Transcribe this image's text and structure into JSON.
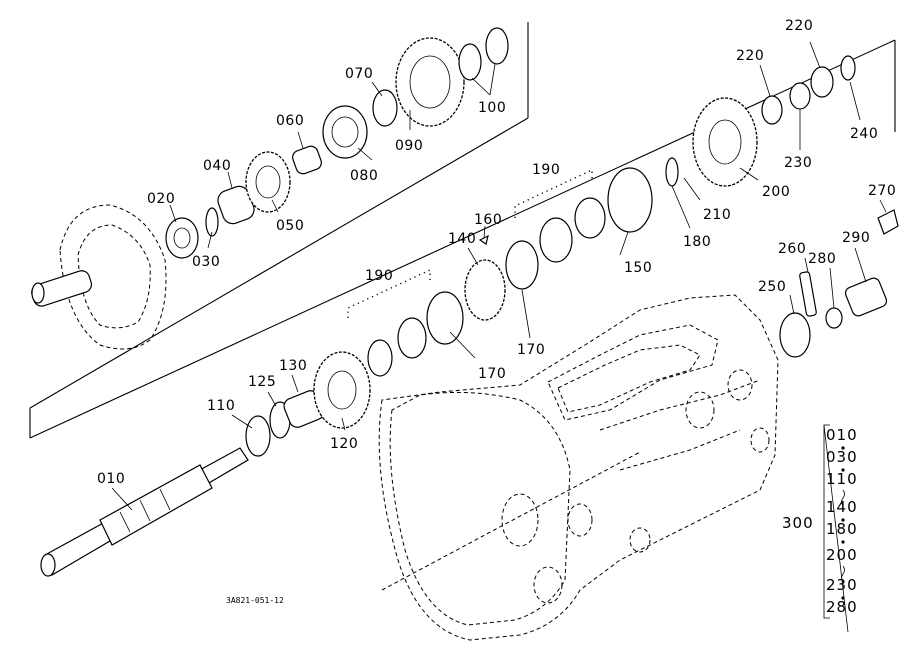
{
  "diagram": {
    "part_labels": [
      "010",
      "020",
      "030",
      "040",
      "050",
      "060",
      "070",
      "080",
      "090",
      "100",
      "110",
      "120",
      "125",
      "130",
      "140",
      "150",
      "160",
      "170",
      "170",
      "180",
      "190",
      "190",
      "200",
      "210",
      "220",
      "220",
      "230",
      "240",
      "250",
      "260",
      "270",
      "280",
      "290",
      "300"
    ],
    "kit_list": [
      "010",
      "030",
      "110",
      "140",
      "180",
      "200",
      "230",
      "280"
    ],
    "reference_code": "3A821-051-12"
  }
}
